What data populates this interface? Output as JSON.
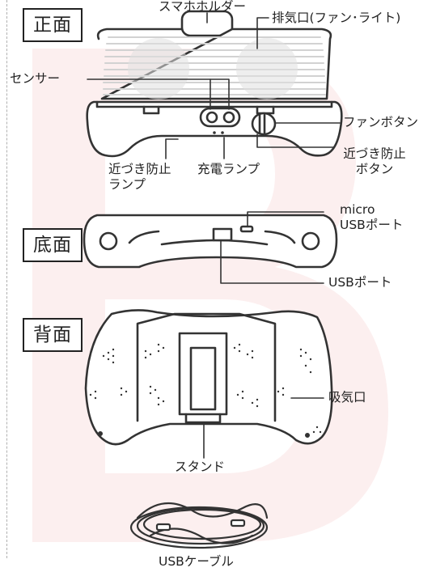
{
  "colors": {
    "watermark": "#fbe3e3",
    "line": "#333333",
    "vent": "#d2d2d2",
    "speaker": "#e0e0e0"
  },
  "sections": {
    "front": "正面",
    "bottom": "底面",
    "back": "背面"
  },
  "labels": {
    "phone_holder": "スマホホルダー",
    "exhaust": "排気口(ファン･ライト)",
    "sensor": "センサー",
    "fan_button": "ファンボタン",
    "proximity_button": [
      "近づき防止",
      "ボタン"
    ],
    "proximity_lamp": [
      "近づき防止",
      "ランプ"
    ],
    "charge_lamp": "充電ランプ",
    "micro_usb": [
      "micro",
      "USBポート"
    ],
    "usb_port": "USBポート",
    "intake": "吸気口",
    "stand": "スタンド",
    "usb_cable": "USBケーブル"
  }
}
